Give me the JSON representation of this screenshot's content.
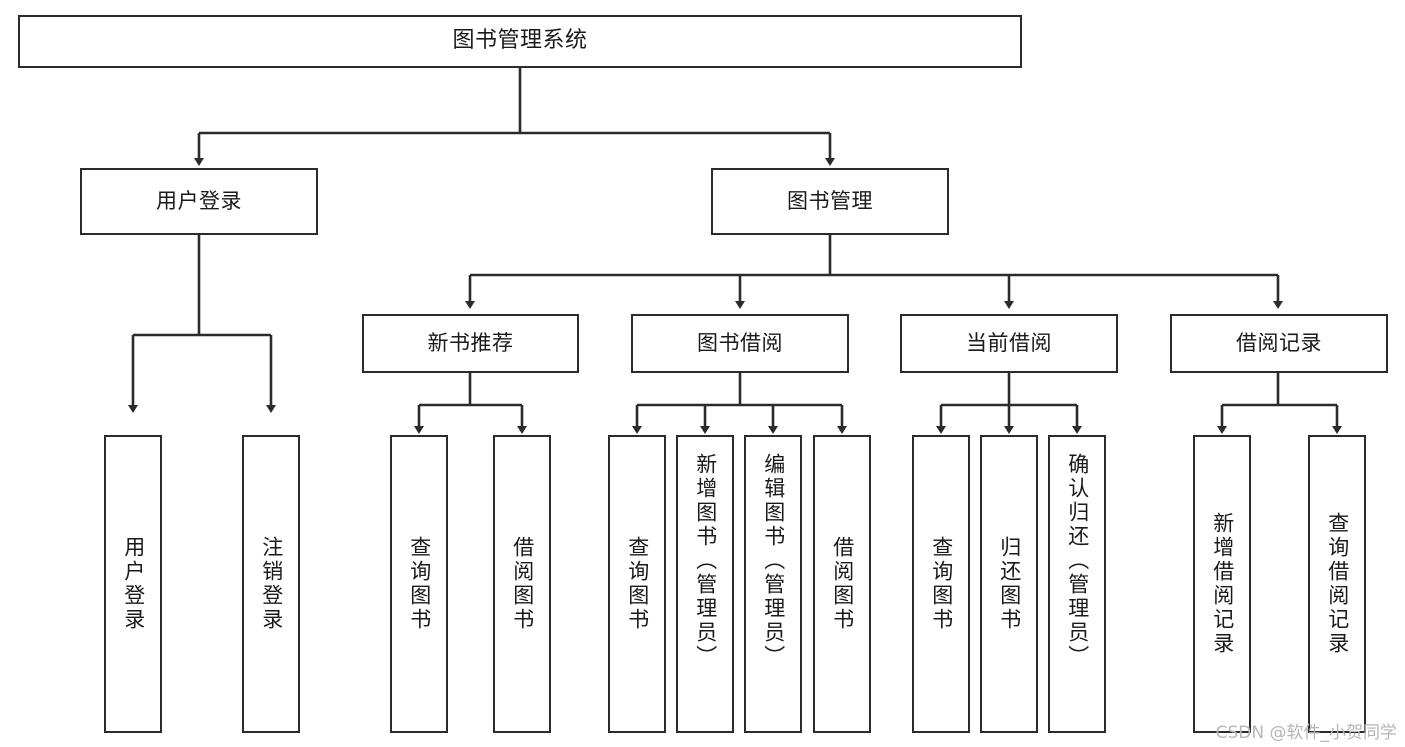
{
  "diagram": {
    "title": "图书管理系统",
    "type": "tree-hierarchy-chart",
    "watermark": "CSDN @软件_小贺同学",
    "colors": {
      "box_border": "#2b2b2b",
      "box_fill": "#ffffff",
      "edge": "#2b2b2b",
      "text": "#1a1a1a",
      "watermark": "#b6b6b6",
      "background": "#ffffff"
    }
  },
  "nodes": {
    "root": {
      "label": "图书管理系统"
    },
    "level2": [
      {
        "id": "user-login",
        "label": "用户登录"
      },
      {
        "id": "book-manage",
        "label": "图书管理"
      }
    ],
    "level3": [
      {
        "id": "new-book-recommend",
        "label": "新书推荐"
      },
      {
        "id": "book-borrow",
        "label": "图书借阅"
      },
      {
        "id": "current-borrow",
        "label": "当前借阅"
      },
      {
        "id": "borrow-record",
        "label": "借阅记录"
      }
    ],
    "leaves": {
      "user_login": [
        {
          "id": "leaf-user-login",
          "label": "用户登录"
        },
        {
          "id": "leaf-logout-login",
          "label": "注销登录"
        }
      ],
      "new_book_recommend": [
        {
          "id": "leaf-query-book-1",
          "label": "查询图书"
        },
        {
          "id": "leaf-borrow-book-1",
          "label": "借阅图书"
        }
      ],
      "book_borrow": [
        {
          "id": "leaf-query-book-2",
          "label": "查询图书"
        },
        {
          "id": "leaf-add-book",
          "label": "新增图书（管理员）"
        },
        {
          "id": "leaf-edit-book",
          "label": "编辑图书（管理员）"
        },
        {
          "id": "leaf-borrow-book-2",
          "label": "借阅图书"
        }
      ],
      "current_borrow": [
        {
          "id": "leaf-query-book-3",
          "label": "查询图书"
        },
        {
          "id": "leaf-return-book",
          "label": "归还图书"
        },
        {
          "id": "leaf-confirm-return",
          "label": "确认归还（管理员）"
        }
      ],
      "borrow_record": [
        {
          "id": "leaf-add-borrow-record",
          "label": "新增借阅记录"
        },
        {
          "id": "leaf-query-borrow-record",
          "label": "查询借阅记录"
        }
      ]
    }
  }
}
